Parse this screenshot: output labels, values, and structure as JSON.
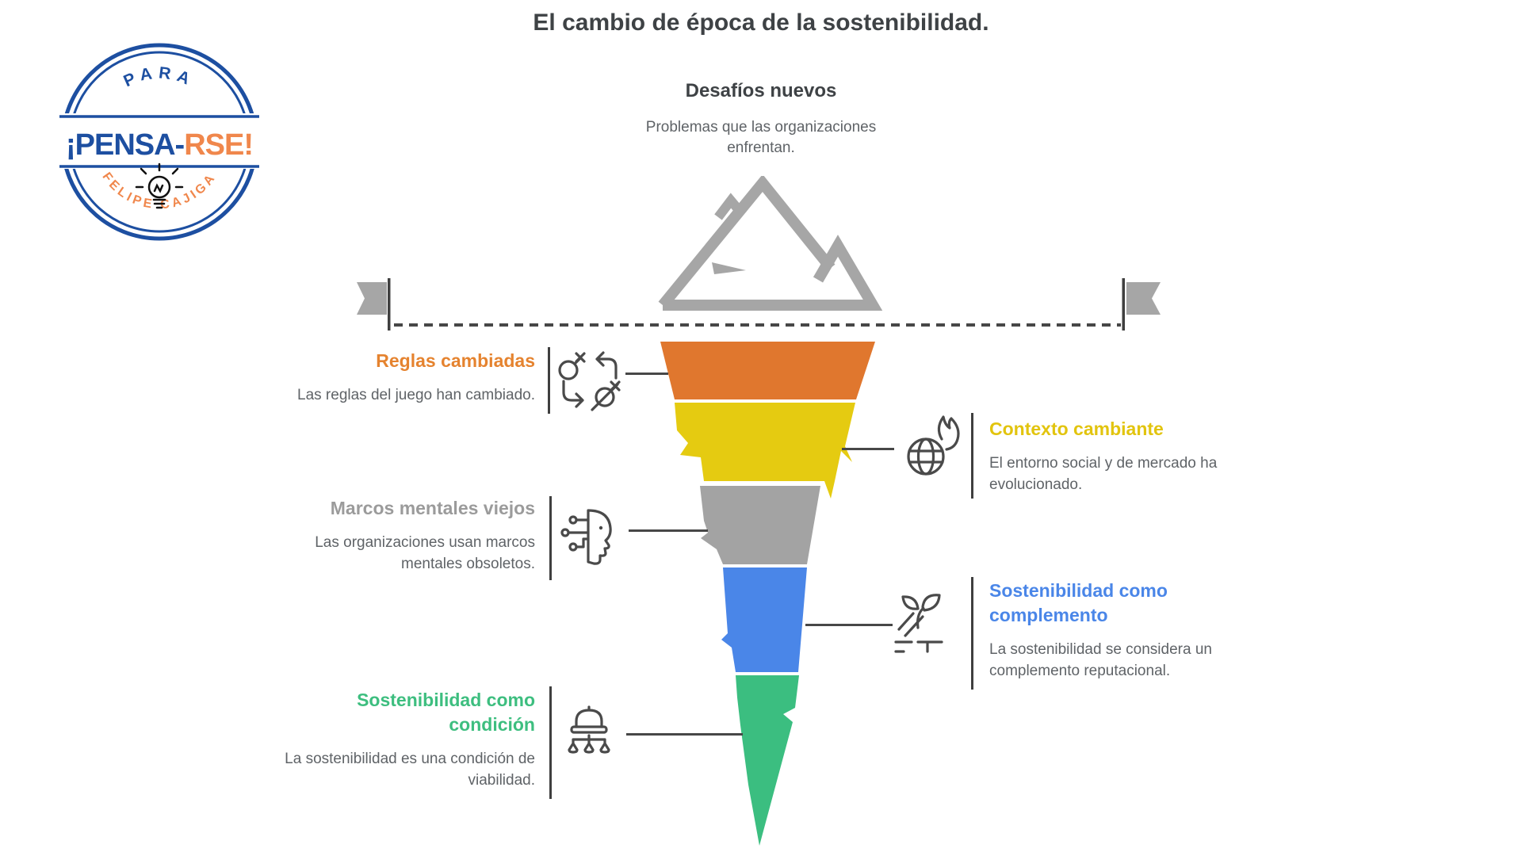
{
  "page": {
    "title": "El cambio de época de la sostenibilidad."
  },
  "badge": {
    "top_text": "PARA",
    "main_left": "¡PENSA-",
    "main_right": "RSE!",
    "bottom_text": "FELIPE CAJIGA",
    "blue": "#1D4FA1",
    "orange": "#F0874C",
    "bulb_color": "#111111"
  },
  "header": {
    "title": "Desafíos nuevos",
    "subtitle": "Problemas que las organizaciones enfrentan."
  },
  "items": [
    {
      "title": "Reglas cambiadas",
      "description": "Las reglas del juego han cambiado.",
      "color": "#E5832F",
      "icon": "rules-changed-icon",
      "side": "left"
    },
    {
      "title": "Contexto cambiante",
      "description": "El entorno social y de mercado ha evolucionado.",
      "color": "#E2C40E",
      "icon": "globe-flame-icon",
      "side": "right"
    },
    {
      "title": "Marcos mentales viejos",
      "description": "Las organizaciones usan marcos mentales obsoletos.",
      "color": "#9B9B9B",
      "icon": "mind-circuit-icon",
      "side": "left"
    },
    {
      "title": "Sostenibilidad como complemento",
      "description": "La sostenibilidad se considera un complemento reputacional.",
      "color": "#4A86E8",
      "icon": "sprout-icon",
      "side": "right"
    },
    {
      "title": "Sostenibilidad como condición",
      "description": "La sostenibilidad es una condición de viabilidad.",
      "color": "#3DBE7F",
      "icon": "helmet-org-icon",
      "side": "left"
    }
  ],
  "funnel": {
    "segments": [
      {
        "name": "Reglas cambiadas",
        "color": "#E0772E"
      },
      {
        "name": "Contexto cambiante",
        "color": "#E5CB11"
      },
      {
        "name": "Marcos mentales viejos",
        "color": "#A3A3A3"
      },
      {
        "name": "Sostenibilidad como complemento",
        "color": "#4A86E8"
      },
      {
        "name": "Sostenibilidad como condición",
        "color": "#3BBE80"
      }
    ]
  },
  "colors": {
    "heading": "#3E4245",
    "body_text": "#5F6367",
    "line_dark": "#474747",
    "mountain": "#A6A6A6",
    "flag": "#A6A6A6",
    "pole": "#3F3F3F"
  }
}
